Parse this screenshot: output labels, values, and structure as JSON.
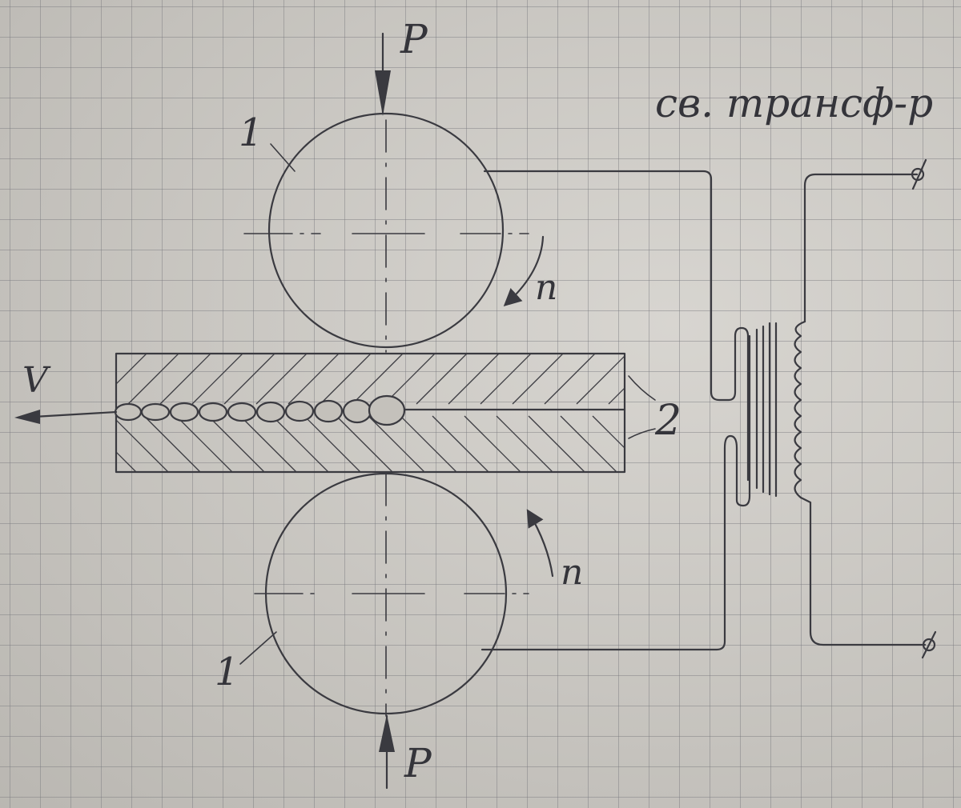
{
  "labels": {
    "force_top": "P",
    "force_bottom": "P",
    "roller_top": "1",
    "roller_bottom": "1",
    "rotation_top": "n",
    "rotation_bottom": "n",
    "velocity": "V",
    "workpiece": "2",
    "transformer": "св. трансф-р",
    "terminal_top": "ϕ",
    "terminal_bottom": "ϕ"
  },
  "colors": {
    "ink": "#3a3a40",
    "paper": "#cfccc6",
    "grid": "#78787d"
  }
}
